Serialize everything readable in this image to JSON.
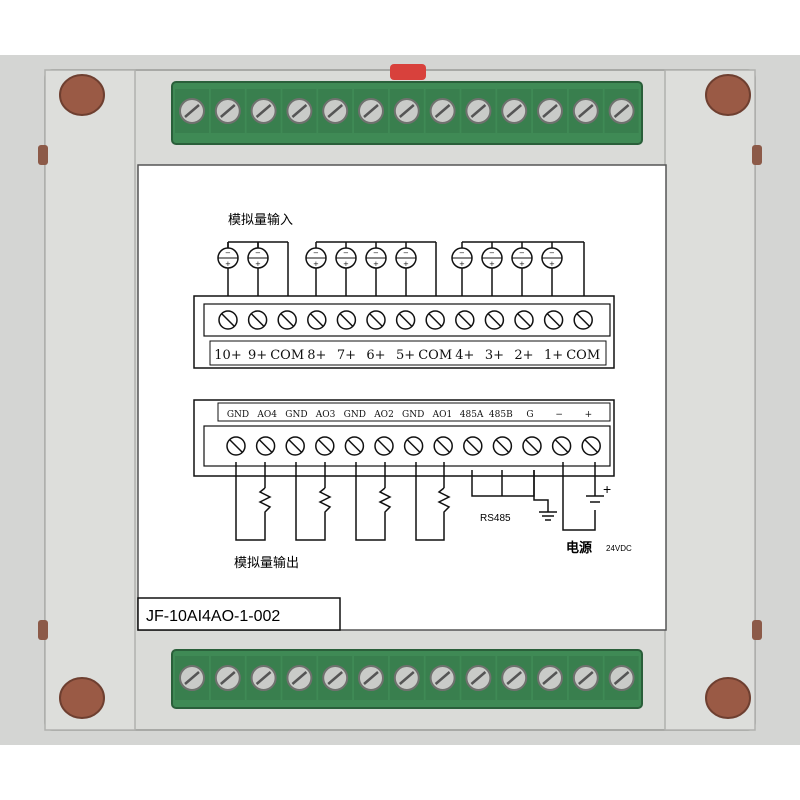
{
  "panel": {
    "input_title": "模拟量输入",
    "output_title": "模拟量输出",
    "model_number": "JF-10AI4AO-1-002"
  },
  "input_terminals": [
    "10+",
    "9+",
    "COM",
    "8+",
    "7+",
    "6+",
    "5+",
    "COM",
    "4+",
    "3+",
    "2+",
    "1+",
    "COM"
  ],
  "output_terminals": [
    "GND",
    "AO4",
    "GND",
    "AO3",
    "GND",
    "AO2",
    "GND",
    "AO1",
    "485A",
    "485B",
    "G",
    "−",
    "+"
  ],
  "rs485_label": "RS485",
  "power": {
    "label": "电源",
    "voltage": "24VDC",
    "plus_sign": "+"
  },
  "colors": {
    "housing": "#d9dad7",
    "housing_shadow": "#b9bab7",
    "terminal_green": "#3f8a55",
    "terminal_dark": "#2f6b42",
    "screw": "#c9cbc8",
    "mount_hole": "#9a5a45",
    "wire": "#111111"
  }
}
